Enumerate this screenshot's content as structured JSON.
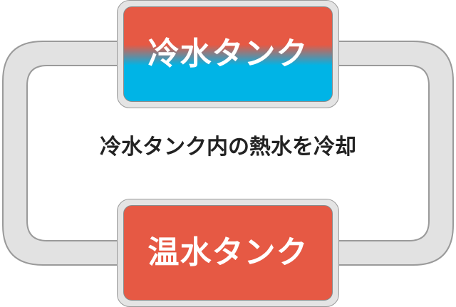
{
  "diagram": {
    "cold_tank": {
      "label": "冷水タンク",
      "colors": {
        "top": "#e65944",
        "bottom": "#00b4e6"
      }
    },
    "hot_tank": {
      "label": "温水タンク",
      "color": "#e65944"
    },
    "caption": "冷水タンク内の熱水を冷却",
    "pipe_color": "#c8c8c8"
  }
}
